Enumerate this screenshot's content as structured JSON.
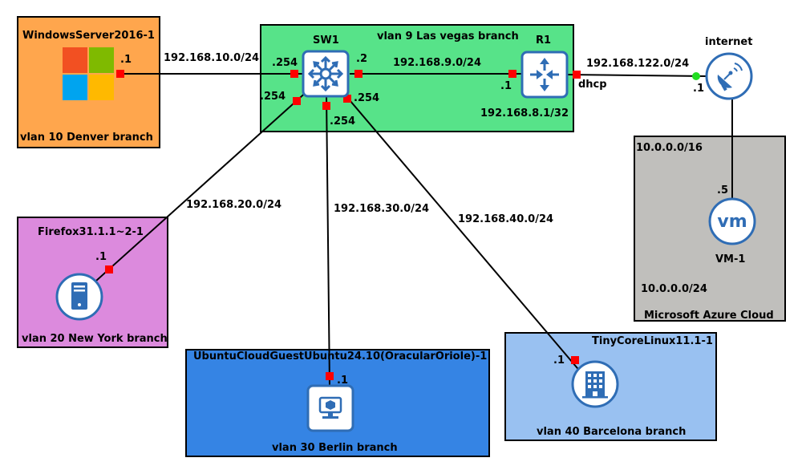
{
  "zones": {
    "denver": {
      "title": "WindowsServer2016-1",
      "footer": "vlan 10 Denver branch",
      "color": "#ffa64d"
    },
    "lasvegas": {
      "title": "vlan 9 Las vegas branch",
      "color": "#57e389"
    },
    "newyork": {
      "title": "Firefox31.1.1~2-1",
      "footer": "vlan 20 New York branch",
      "color": "#dc8add"
    },
    "berlin": {
      "title": "UbuntuCloudGuestUbuntu24.10(OracularOriole)-1",
      "footer": "vlan 30 Berlin branch",
      "color": "#3584e4"
    },
    "barcelona": {
      "title": "TinyCoreLinux11.1-1",
      "footer": "vlan 40 Barcelona branch",
      "color": "#99c1f1"
    },
    "azure": {
      "subnet_top": "10.0.0.0/16",
      "subnet_bottom": "10.0.0.0/24",
      "footer": "Microsoft Azure Cloud",
      "color": "#c0bfbc"
    }
  },
  "nodes": {
    "sw1": {
      "name": "SW1",
      "icon": "switch-icon"
    },
    "r1": {
      "name": "R1",
      "icon": "router-icon",
      "address": "192.168.8.1/32"
    },
    "internet": {
      "name": "internet",
      "icon": "satellite-dish-icon"
    },
    "vm1": {
      "name": "VM-1",
      "icon": "vm-icon",
      "logo_text": "vm"
    },
    "windows": {
      "icon": "windows-logo-icon"
    },
    "firefox": {
      "icon": "server-icon"
    },
    "ubuntu": {
      "icon": "monitor-cube-icon"
    },
    "tinycore": {
      "icon": "office-building-icon"
    }
  },
  "links": {
    "denver": {
      "subnet": "192.168.10.0/24",
      "host_ip": ".1",
      "sw_ip": ".254"
    },
    "sw_r1": {
      "subnet": "192.168.9.0/24",
      "sw_ip": ".2",
      "r1_ip": ".1"
    },
    "r1_internet": {
      "subnet": "192.168.122.0/24",
      "r1_ip": "dhcp",
      "inet_ip": ".1"
    },
    "newyork": {
      "subnet": "192.168.20.0/24",
      "host_ip": ".1",
      "sw_ip": ".254"
    },
    "berlin": {
      "subnet": "192.168.30.0/24",
      "host_ip": ".1",
      "sw_ip": ".254"
    },
    "barcelona": {
      "subnet": "192.168.40.0/24",
      "host_ip": ".1",
      "sw_ip": ".254"
    },
    "azure": {
      "vm_ip": ".5"
    }
  }
}
